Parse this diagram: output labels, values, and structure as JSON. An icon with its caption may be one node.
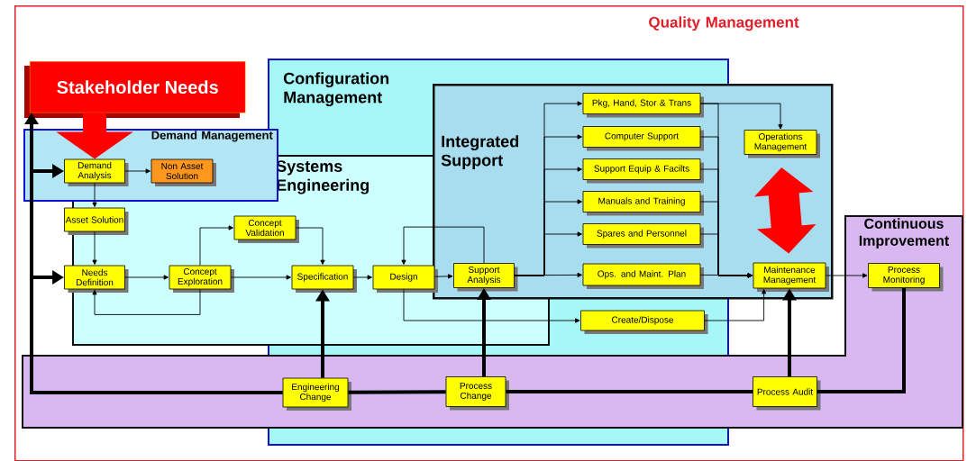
{
  "diagram": {
    "nodes": [
      {
        "text": [
          "Quality Management"
        ]
      },
      {
        "text": [
          "Stakeholder Needs"
        ],
        "in": 0
      },
      {
        "text": [
          "Configuration Management"
        ],
        "in": 0
      },
      {
        "text": [
          "Demand Management"
        ],
        "in": 0
      },
      {
        "text": [
          "Demand Analysis"
        ],
        "in": 3
      },
      {
        "text": [
          "Non Asset Solution"
        ]
      },
      {
        "text": [
          "Systems Engineering"
        ],
        "in": 0
      },
      {
        "text": [
          "Asset Solution"
        ],
        "in": 6
      },
      {
        "text": [
          "Needs Definition"
        ],
        "in": 6
      },
      {
        "text": [
          "Concept Exploration"
        ],
        "in": 6
      },
      {
        "text": [
          "Concept Validation"
        ],
        "in": 6
      },
      {
        "text": [
          "Specification"
        ]
      },
      {
        "text": [
          "Design"
        ]
      },
      {
        "text": [
          "Integrated Support"
        ],
        "in": 0
      },
      {
        "text": [
          "Support Analysis"
        ]
      },
      {
        "text": [
          "Pkg, Hand, Stor & Trans"
        ]
      },
      {
        "text": [
          "Computer Support"
        ]
      },
      {
        "text": [
          "Support Equip & Facilts"
        ]
      },
      {
        "text": [
          "Manuals and Training"
        ]
      },
      {
        "text": [
          "Spares and Personnel"
        ]
      },
      {
        "text": [
          "Ops. and Maint. Plan"
        ]
      },
      {
        "text": [
          "Operations Management"
        ],
        "in": 13
      },
      {
        "text": [
          "Maintenance Management"
        ],
        "in": 13
      },
      {
        "text": [
          "Create/Dispose"
        ],
        "in": 2
      },
      {
        "text": [
          "Continuous Improvement"
        ],
        "in": 0
      },
      {
        "text": [
          "Process Monitoring"
        ],
        "in": 24
      },
      {
        "text": [
          "Engineering Change"
        ]
      },
      {
        "text": [
          "Process Change"
        ]
      },
      {
        "text": [
          "Process Audit"
        ],
        "in": 24
      }
    ],
    "edges": [
      {
        "from": 1,
        "to": 4,
        "arrow": "to",
        "style": "thick",
        "color": "#ff0000"
      },
      {
        "from": 4,
        "to": 5,
        "arrow": "to"
      },
      {
        "from": 4,
        "to": 7,
        "arrow": "to"
      },
      {
        "from": 7,
        "to": 8,
        "arrow": "to"
      },
      {
        "from": 8,
        "to": 9,
        "arrow": "to"
      },
      {
        "from": 9,
        "to": 8,
        "arrow": "to"
      },
      {
        "from": 9,
        "to": 10,
        "arrow": "to"
      },
      {
        "from": 9,
        "to": 11,
        "arrow": "to"
      },
      {
        "from": 10,
        "to": 11,
        "arrow": "to"
      },
      {
        "from": 11,
        "to": 12,
        "arrow": "to"
      },
      {
        "from": 12,
        "to": 14,
        "arrow": "to"
      },
      {
        "from": 14,
        "to": 12,
        "arrow": "to"
      },
      {
        "from": 12,
        "to": 23,
        "arrow": "to"
      },
      {
        "from": 14,
        "to": 15,
        "arrow": "to"
      },
      {
        "from": 14,
        "to": 16,
        "arrow": "to"
      },
      {
        "from": 14,
        "to": 17,
        "arrow": "to"
      },
      {
        "from": 14,
        "to": 18,
        "arrow": "to"
      },
      {
        "from": 14,
        "to": 19,
        "arrow": "to"
      },
      {
        "from": 14,
        "to": 20,
        "arrow": "to"
      },
      {
        "from": 15,
        "to": 21,
        "arrow": "to"
      },
      {
        "from": 15,
        "to": 22,
        "arrow": "to"
      },
      {
        "from": 16,
        "to": 22,
        "arrow": "to"
      },
      {
        "from": 17,
        "to": 22,
        "arrow": "to"
      },
      {
        "from": 18,
        "to": 22,
        "arrow": "to"
      },
      {
        "from": 19,
        "to": 22,
        "arrow": "to"
      },
      {
        "from": 20,
        "to": 22,
        "arrow": "to"
      },
      {
        "from": 23,
        "to": 22,
        "arrow": "to"
      },
      {
        "from": 22,
        "to": 25,
        "arrow": "to"
      },
      {
        "from": 21,
        "to": 22,
        "arrow": "both",
        "style": "thick",
        "color": "#ff0000"
      },
      {
        "from": 25,
        "to": 28,
        "arrow": "none",
        "style": "thick"
      },
      {
        "from": 28,
        "to": 27,
        "arrow": "none",
        "style": "thick"
      },
      {
        "from": 27,
        "to": 26,
        "arrow": "none",
        "style": "thick"
      },
      {
        "from": 26,
        "to": 1,
        "arrow": "to",
        "style": "thick"
      },
      {
        "from": 26,
        "to": 4,
        "arrow": "to",
        "style": "thick"
      },
      {
        "from": 26,
        "to": 8,
        "arrow": "to",
        "style": "thick"
      },
      {
        "from": 26,
        "to": 11,
        "arrow": "to",
        "style": "thick"
      },
      {
        "from": 27,
        "to": 14,
        "arrow": "to",
        "style": "thick"
      },
      {
        "from": 28,
        "to": 22,
        "arrow": "to",
        "style": "thick"
      }
    ]
  }
}
